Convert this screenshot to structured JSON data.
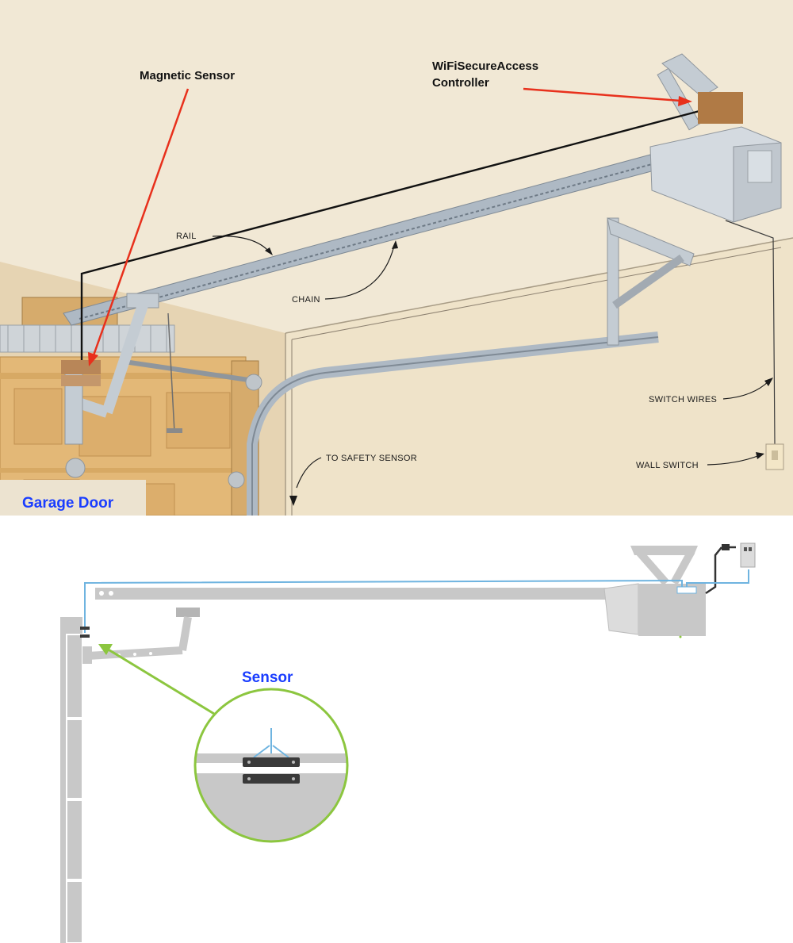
{
  "top_diagram": {
    "labels": {
      "magnetic_sensor": "Magnetic Sensor",
      "controller_line1": "WiFiSecureAccess",
      "controller_line2": "Controller",
      "rail": "RAIL",
      "chain": "CHAIN",
      "to_safety_sensor": "TO SAFETY SENSOR",
      "switch_wires": "SWITCH WIRES",
      "wall_switch": "WALL SWITCH",
      "garage_door": "Garage Door"
    },
    "colors": {
      "ceiling": "#f1e8d5",
      "wall_left": "#e6d4b3",
      "wall_right": "#efe3c9",
      "rail": "#aeb9c4",
      "door": "#e3b877",
      "controller_box": "#b07a45",
      "arrow_red": "#e8301c",
      "blue_text": "#1a3dff"
    }
  },
  "bottom_diagram": {
    "labels": {
      "sensor": "Sensor"
    },
    "colors": {
      "gray": "#c8c8c8",
      "dark_gray": "#b5b5b5",
      "wire_blue": "#6fb4e0",
      "callout_green": "#8cc63f",
      "sensor_dark": "#3a3a3a"
    }
  }
}
